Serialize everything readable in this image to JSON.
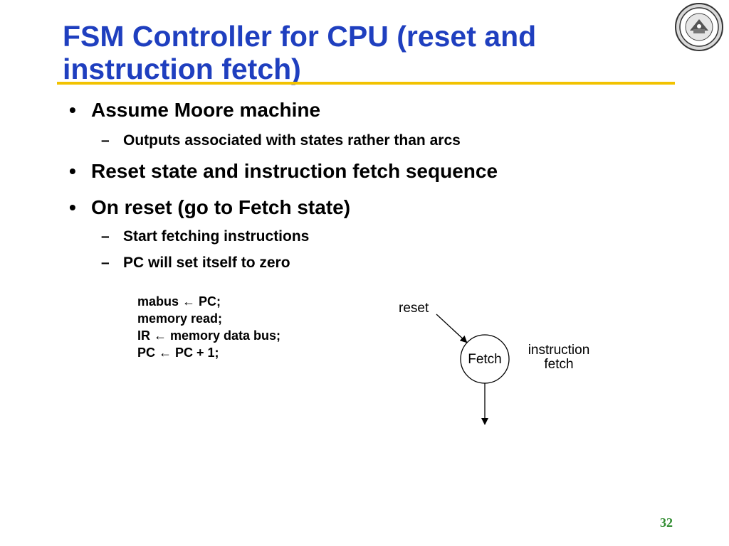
{
  "slide": {
    "title": "FSM Controller for CPU (reset and instruction fetch)",
    "page_number": "32",
    "logo_icon": "university-seal-icon",
    "colors": {
      "title": "#1f3fbf",
      "rule": "#f2c200",
      "page_number": "#2e8b2e"
    }
  },
  "bullets": [
    {
      "marker": "•",
      "text": "Assume Moore machine"
    },
    {
      "marker": "–",
      "text": "Outputs associated with states rather than arcs"
    },
    {
      "marker": "•",
      "text": "Reset state and instruction fetch sequence"
    },
    {
      "marker": "•",
      "text": "On reset (go to Fetch state)"
    },
    {
      "marker": "–",
      "text": "Start fetching instructions"
    },
    {
      "marker": "–",
      "text": "PC will set itself to zero"
    }
  ],
  "code_lines": [
    "mabus ← PC;",
    "memory read;",
    "IR ← memory data bus;",
    "PC ← PC + 1;"
  ],
  "diagram": {
    "reset_label": "reset",
    "state_label": "Fetch",
    "note_line1": "instruction",
    "note_line2": "fetch"
  }
}
